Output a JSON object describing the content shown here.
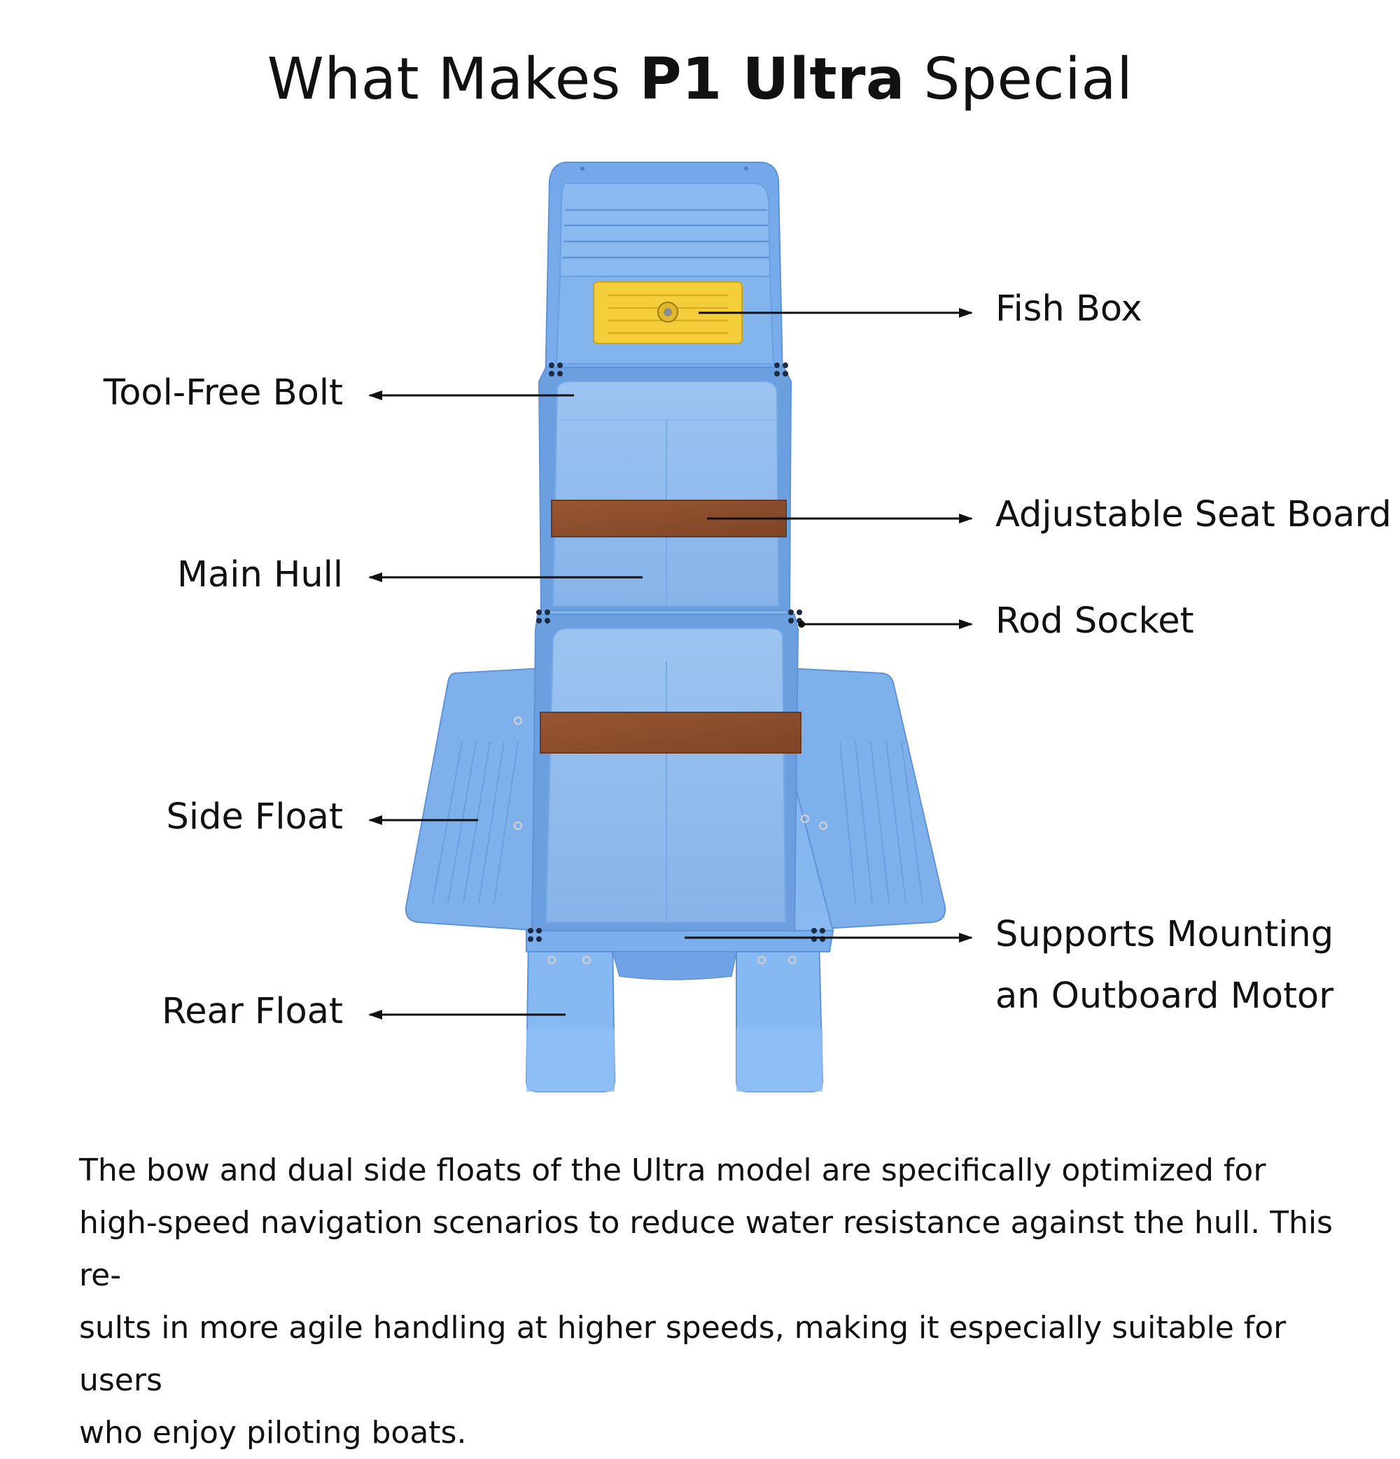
{
  "title": {
    "prefix": "What Makes ",
    "bold": "P1 Ultra",
    "suffix": " Special"
  },
  "labels": {
    "fish_box": "Fish Box",
    "tool_free_bolt": "Tool-Free Bolt",
    "seat_board": "Adjustable Seat Board",
    "main_hull": "Main Hull",
    "rod_socket": "Rod Socket",
    "side_float": "Side Float",
    "outboard_line1": "Supports Mounting",
    "outboard_line2": "an Outboard Motor",
    "rear_float": "Rear Float"
  },
  "description": {
    "line1": "The bow and dual side floats of the Ultra model are specifically optimized for",
    "line2": "high-speed navigation scenarios to reduce water resistance against the hull. This re-",
    "line3": "sults in more agile handling at higher speeds, making it especially suitable for users",
    "line4": "who enjoy piloting boats."
  },
  "colors": {
    "hull": "#7fb1ec",
    "hull_dark": "#5e93d6",
    "fish_box": "#f5cf3b",
    "seat": "#8a4c2a"
  }
}
